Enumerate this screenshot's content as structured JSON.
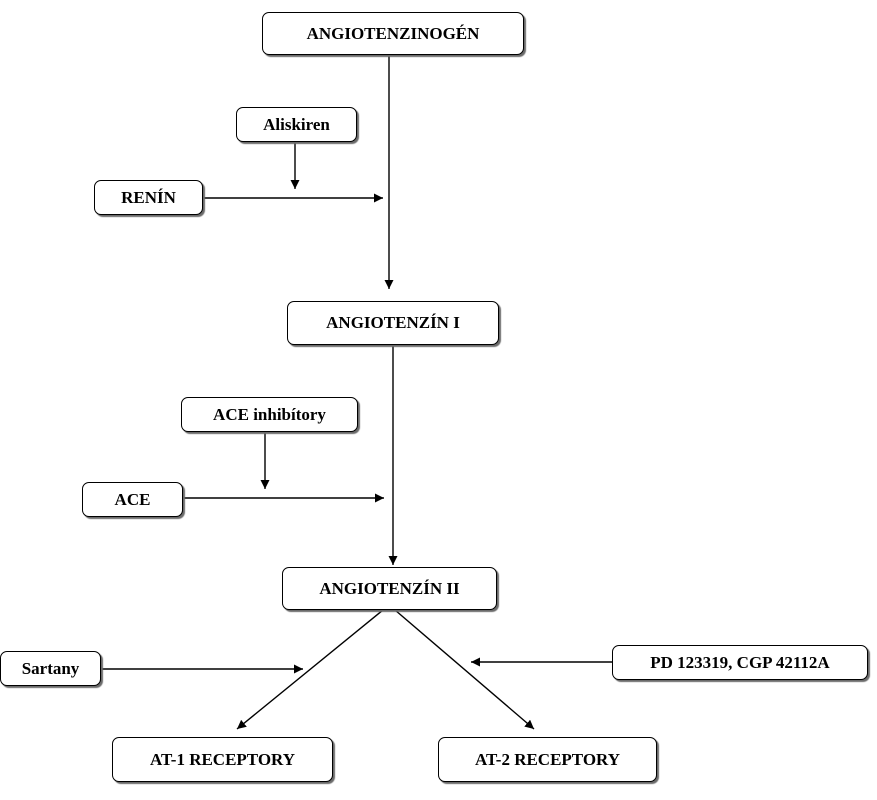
{
  "diagram": {
    "nodes": {
      "angiotensinogen": "ANGIOTENZINOGÉN",
      "aliskiren": "Aliskiren",
      "renin": "RENÍN",
      "angiotensin1": "ANGIOTENZÍN I",
      "ace_inhibitors": "ACE inhibítory",
      "ace": "ACE",
      "angiotensin2": "ANGIOTENZÍN II",
      "sartans": "Sartany",
      "pd_cgp": "PD 123319, CGP 42112A",
      "at1": "AT-1 RECEPTORY",
      "at2": "AT-2 RECEPTORY"
    },
    "edges": [
      {
        "from": "angiotensinogen",
        "to": "angiotensin1"
      },
      {
        "from": "aliskiren",
        "to": "renin-arrow"
      },
      {
        "from": "renin",
        "to": "angiotensinogen-angiotensin1-edge"
      },
      {
        "from": "angiotensin1",
        "to": "angiotensin2"
      },
      {
        "from": "ace_inhibitors",
        "to": "ace-arrow"
      },
      {
        "from": "ace",
        "to": "angiotensin1-angiotensin2-edge"
      },
      {
        "from": "angiotensin2",
        "to": "at1"
      },
      {
        "from": "angiotensin2",
        "to": "at2"
      },
      {
        "from": "sartans",
        "to": "angiotensin2-at1-edge"
      },
      {
        "from": "pd_cgp",
        "to": "angiotensin2-at2-edge"
      }
    ]
  }
}
